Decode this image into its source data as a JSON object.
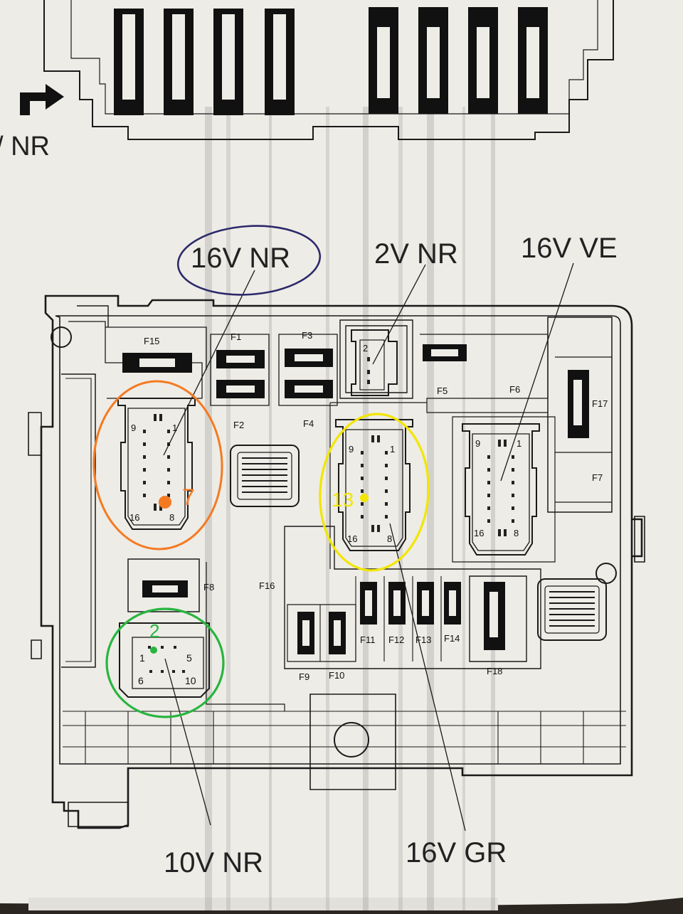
{
  "labels": {
    "top_left": "/ NR",
    "conn_orange": "16V NR",
    "conn_small": "2V NR",
    "conn_right": "16V VE",
    "conn_green": "10V NR",
    "conn_yellow": "16V GR"
  },
  "fuses": {
    "f1": "F1",
    "f2": "F2",
    "f3": "F3",
    "f4": "F4",
    "f5": "F5",
    "f6": "F6",
    "f7": "F7",
    "f8": "F8",
    "f9": "F9",
    "f10": "F10",
    "f11": "F11",
    "f12": "F12",
    "f13": "F13",
    "f14": "F14",
    "f15": "F15",
    "f16": "F16",
    "f17": "F17",
    "f18": "F18"
  },
  "connector_16": {
    "pin9": "9",
    "pin1": "1",
    "pin16": "16",
    "pin8": "8"
  },
  "connector_2": {
    "pin2": "2"
  },
  "connector_10": {
    "pin1": "1",
    "pin5": "5",
    "pin6": "6",
    "pin10": "10"
  },
  "annotations": {
    "orange_pin": "7",
    "yellow_pin": "13",
    "green_pin": "2"
  },
  "colors": {
    "paper": "#eeece6",
    "ink": "#1a1a1a",
    "orange": "#f47a21",
    "yellow": "#f2e600",
    "green": "#27b53f",
    "navy": "#2c2a6b"
  }
}
